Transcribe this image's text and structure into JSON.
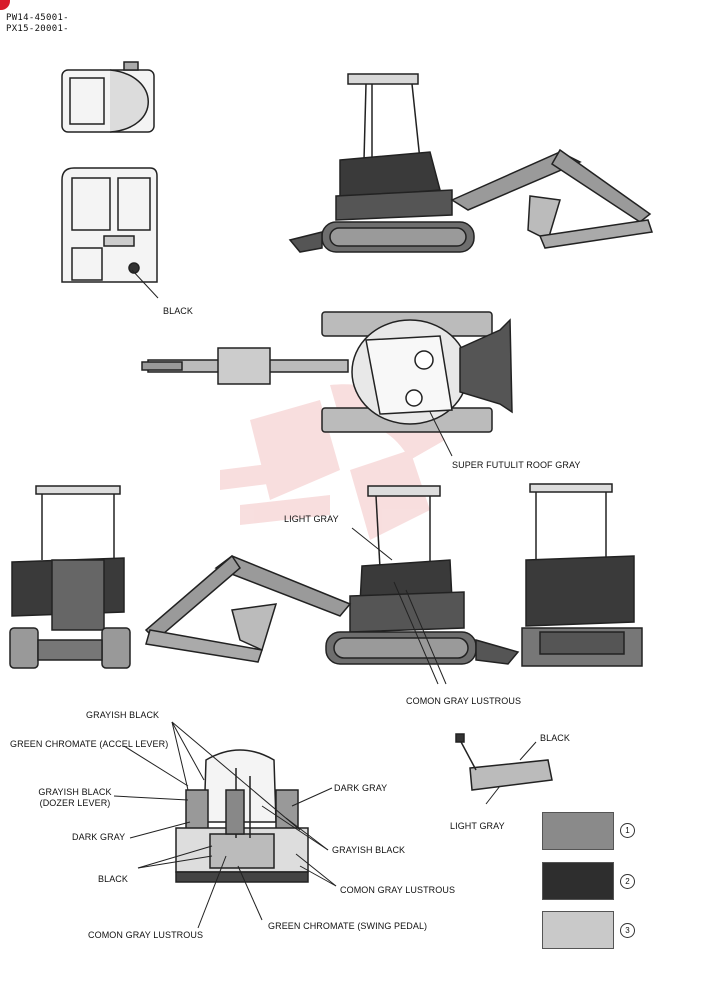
{
  "header": {
    "line1": "PW14-45001-",
    "line2": "PX15-20001-"
  },
  "labels": {
    "black_cab": "BLACK",
    "super_futulit": "SUPER FUTULIT ROOF GRAY",
    "light_gray_cab": "LIGHT GRAY",
    "comon_gray_lustrous_side": "COMON GRAY LUSTROUS",
    "grayish_black_top": "GRAYISH BLACK",
    "green_chromate_accel": "GREEN CHROMATE  (ACCEL LEVER)",
    "grayish_black_dozer_1": "GRAYISH BLACK",
    "grayish_black_dozer_2": "(DOZER LEVER)",
    "dark_gray_left": "DARK GRAY",
    "black_left": "BLACK",
    "comon_gray_lustrous_bottom": "COMON GRAY LUSTROUS",
    "green_chromate_swing": "GREEN CHROMATE  (SWING PEDAL)",
    "dark_gray_right": "DARK GRAY",
    "grayish_black_right": "GRAYISH BLACK",
    "comon_gray_lustrous_right": "COMON GRAY LUSTROUS",
    "black_lever": "BLACK",
    "light_gray_lever": "LIGHT GRAY"
  },
  "swatches": [
    {
      "number": "1",
      "color": "#8a8a8a"
    },
    {
      "number": "2",
      "color": "#2e2e2e"
    },
    {
      "number": "3",
      "color": "#c9c9c9"
    }
  ],
  "colors": {
    "line": "#222222",
    "watermark": "#f3c4c4"
  }
}
